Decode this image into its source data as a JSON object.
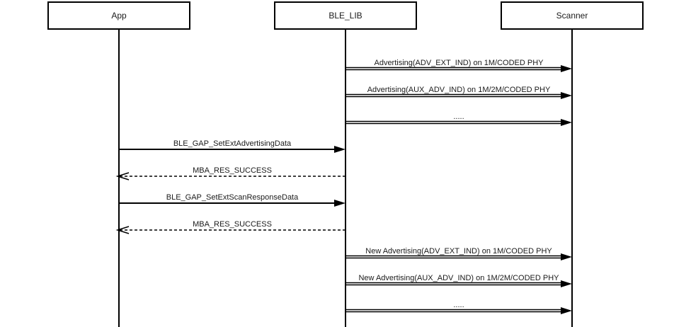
{
  "diagram": {
    "type": "sequence",
    "participants": [
      {
        "id": "app",
        "label": "App"
      },
      {
        "id": "ble_lib",
        "label": "BLE_LIB"
      },
      {
        "id": "scanner",
        "label": "Scanner"
      }
    ],
    "messages": [
      {
        "from": "ble_lib",
        "to": "scanner",
        "label": "Advertising(ADV_EXT_IND) on 1M/CODED PHY",
        "style": "double"
      },
      {
        "from": "ble_lib",
        "to": "scanner",
        "label": "Advertising(AUX_ADV_IND) on 1M/2M/CODED PHY",
        "style": "double"
      },
      {
        "from": "ble_lib",
        "to": "scanner",
        "label": ".....",
        "style": "double"
      },
      {
        "from": "app",
        "to": "ble_lib",
        "label": "BLE_GAP_SetExtAdvertisingData",
        "style": "sync"
      },
      {
        "from": "ble_lib",
        "to": "app",
        "label": "MBA_RES_SUCCESS",
        "style": "return"
      },
      {
        "from": "app",
        "to": "ble_lib",
        "label": "BLE_GAP_SetExtScanResponseData",
        "style": "sync"
      },
      {
        "from": "ble_lib",
        "to": "app",
        "label": "MBA_RES_SUCCESS",
        "style": "return"
      },
      {
        "from": "ble_lib",
        "to": "scanner",
        "label": "New Advertising(ADV_EXT_IND) on 1M/CODED PHY",
        "style": "double"
      },
      {
        "from": "ble_lib",
        "to": "scanner",
        "label": "New Advertising(AUX_ADV_IND) on 1M/2M/CODED PHY",
        "style": "double"
      },
      {
        "from": "ble_lib",
        "to": "scanner",
        "label": ".....",
        "style": "double"
      }
    ]
  }
}
